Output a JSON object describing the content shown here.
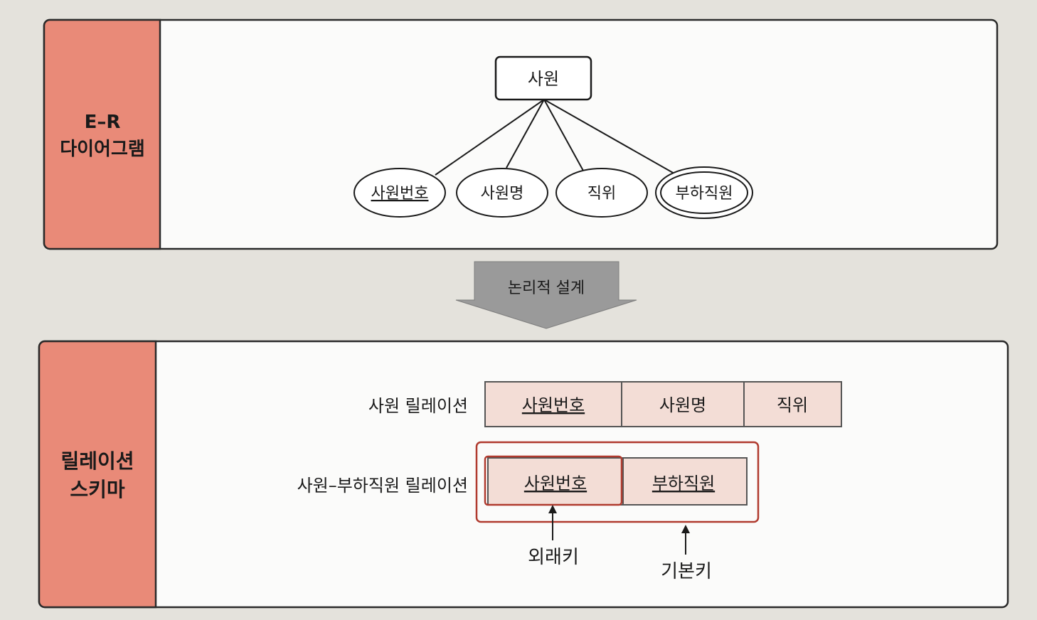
{
  "er": {
    "label_line1": "E–R",
    "label_line2": "다이어그램",
    "entity": "사원",
    "attributes": [
      "사원번호",
      "사원명",
      "직위",
      "부하직원"
    ]
  },
  "arrow_label": "논리적 설계",
  "schema": {
    "label_line1": "릴레이션",
    "label_line2": "스키마",
    "relation1": {
      "name": "사원 릴레이션",
      "columns": [
        "사원번호",
        "사원명",
        "직위"
      ]
    },
    "relation2": {
      "name": "사원–부하직원 릴레이션",
      "columns": [
        "사원번호",
        "부하직원"
      ]
    },
    "foreign_key_label": "외래키",
    "primary_key_label": "기본키"
  },
  "colors": {
    "label_panel": "#e98a78",
    "panel_border": "#2a2a2a",
    "pk_box": "#c0392b",
    "cell_fill": "#f3ddd6",
    "arrow_fill": "#9a9a9a"
  }
}
